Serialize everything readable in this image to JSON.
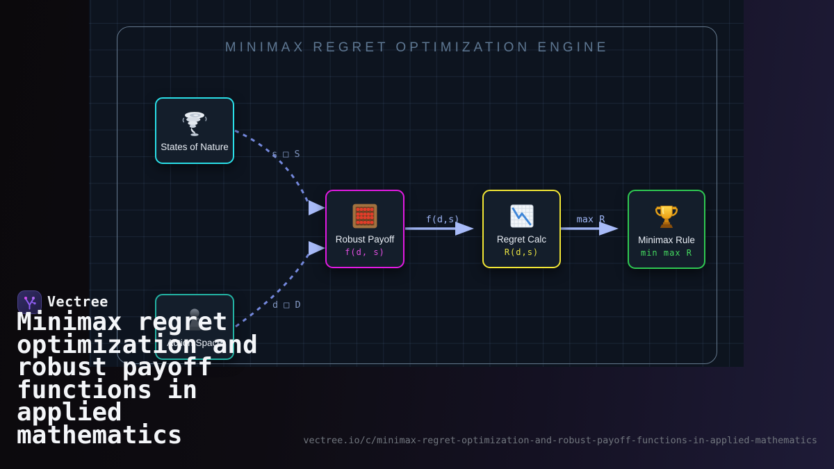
{
  "brand": {
    "name": "Vectree",
    "logo_icon": "vectree-branch-icon"
  },
  "headline": "Minimax regret\noptimization and\nrobust payoff\nfunctions in\napplied\nmathematics",
  "footer_url": "vectree.io/c/minimax-regret-optimization-and-robust-payoff-functions-in-applied-mathematics",
  "diagram": {
    "panel_title": "MINIMAX REGRET OPTIMIZATION ENGINE",
    "nodes": [
      {
        "id": "states-of-nature",
        "label": "States of Nature",
        "sublabel": "",
        "icon": "tornado-icon",
        "accent": "#2adfe8"
      },
      {
        "id": "action-space",
        "label": "Action Space",
        "sublabel": "",
        "icon": "chess-pawn-icon",
        "accent": "#23b3a4"
      },
      {
        "id": "robust-payoff",
        "label": "Robust Payoff",
        "sublabel": "f(d, s)",
        "icon": "abacus-icon",
        "accent": "#e31ae3"
      },
      {
        "id": "regret-calc",
        "label": "Regret Calc",
        "sublabel": "R(d,s)",
        "icon": "chart-decreasing-icon",
        "accent": "#f2e635"
      },
      {
        "id": "minimax-rule",
        "label": "Minimax Rule",
        "sublabel": "min max R",
        "icon": "trophy-icon",
        "accent": "#2fc952"
      }
    ],
    "edges": [
      {
        "from": "states-of-nature",
        "to": "robust-payoff",
        "label": "s □ S",
        "style": "dashed"
      },
      {
        "from": "action-space",
        "to": "robust-payoff",
        "label": "d □ D",
        "style": "dashed"
      },
      {
        "from": "robust-payoff",
        "to": "regret-calc",
        "label": "f(d,s)",
        "style": "solid"
      },
      {
        "from": "regret-calc",
        "to": "minimax-rule",
        "label": "max R",
        "style": "solid"
      }
    ]
  },
  "colors": {
    "stage_bg": "#0d141f",
    "panel_border": "#64788d",
    "panel_title": "#5e7792",
    "edge_line": "#9db1f0",
    "edge_dashed": "#7488dc",
    "arrowhead": "#a8bbf8",
    "cyan_accent": "#2adfe8",
    "teal_accent": "#23b3a4",
    "magenta_accent": "#e31ae3",
    "yellow_accent": "#f2e635",
    "green_accent": "#2fc952"
  }
}
